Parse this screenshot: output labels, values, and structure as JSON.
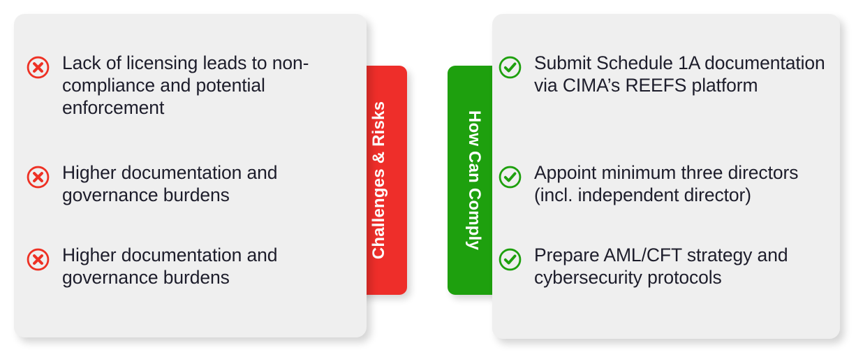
{
  "theme": {
    "card_background": "#efefef",
    "page_background": "#ffffff",
    "risk_accent": "#ee2e2a",
    "comply_accent": "#1ea00e",
    "text_color": "#1d1d2b"
  },
  "panels": {
    "risks": {
      "tab_label": "Challenges & Risks",
      "icon_name": "circle-x-icon",
      "items": [
        {
          "text": "Lack of licensing leads to non-compliance and potential enforcement"
        },
        {
          "text": "Higher documentation and governance burdens"
        },
        {
          "text": "Higher documentation and governance burdens"
        }
      ]
    },
    "comply": {
      "tab_label": "How Can Comply",
      "icon_name": "circle-check-icon",
      "items": [
        {
          "text": "Submit Schedule 1A documentation via CIMA’s REEFS platform"
        },
        {
          "text": "Appoint minimum three directors (incl. independent director)"
        },
        {
          "text": "Prepare AML/CFT strategy and cybersecurity protocols"
        }
      ]
    }
  }
}
